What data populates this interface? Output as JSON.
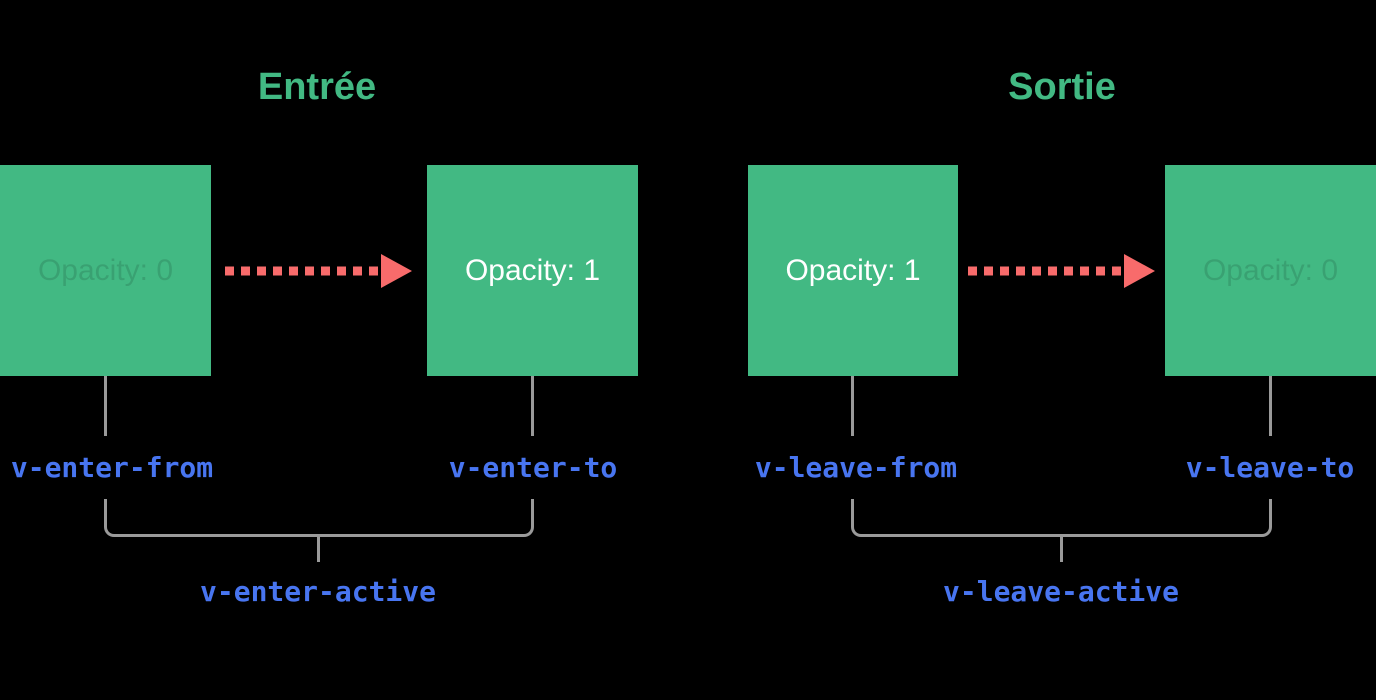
{
  "enter": {
    "title": "Entrée",
    "from_opacity": "Opacity: 0",
    "to_opacity": "Opacity: 1",
    "from_class": "v-enter-from",
    "to_class": "v-enter-to",
    "active_class": "v-enter-active"
  },
  "leave": {
    "title": "Sortie",
    "from_opacity": "Opacity: 1",
    "to_opacity": "Opacity: 0",
    "from_class": "v-leave-from",
    "to_class": "v-leave-to",
    "active_class": "v-leave-active"
  },
  "icons": {
    "enter_arrow": "dashed-arrow-right-icon",
    "leave_arrow": "dashed-arrow-right-icon"
  },
  "colors": {
    "background": "#000000",
    "box_green": "#42b983",
    "title_green": "#42b983",
    "arrow_red": "#f86b6b",
    "label_blue": "#4875f0",
    "connector_gray": "#9a9a9a",
    "box_text_light": "#ffffff",
    "box_text_faded": "rgba(0,0,0,0.13)"
  }
}
